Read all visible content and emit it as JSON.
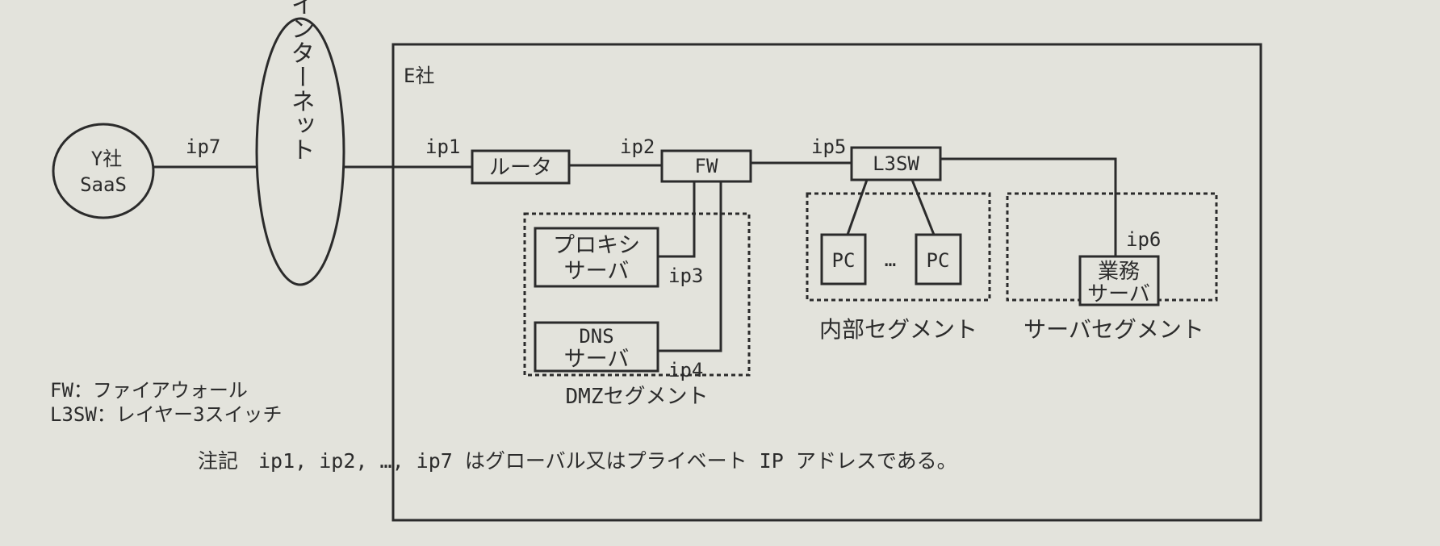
{
  "nodes": {
    "y_saas_line1": "Y社",
    "y_saas_line2": "SaaS",
    "internet": "インターネット",
    "company": "E社",
    "router": "ルータ",
    "fw": "FW",
    "l3sw": "L3SW",
    "proxy_line1": "プロキシ",
    "proxy_line2": "サーバ",
    "dns_line1": "DNS",
    "dns_line2": "サーバ",
    "pc1": "PC",
    "pc_ellipsis": "…",
    "pc2": "PC",
    "biz_line1": "業務",
    "biz_line2": "サーバ"
  },
  "ip_labels": {
    "ip1": "ip1",
    "ip2": "ip2",
    "ip3": "ip3",
    "ip4": "ip4",
    "ip5": "ip5",
    "ip6": "ip6",
    "ip7": "ip7"
  },
  "segments": {
    "dmz": "DMZセグメント",
    "internal": "内部セグメント",
    "server": "サーバセグメント"
  },
  "legend": [
    "FW：ファイアウォール",
    "L3SW：レイヤー3スイッチ"
  ],
  "note": "注記　ip1, ip2, …, ip7 はグローバル又はプライベート IP アドレスである。"
}
